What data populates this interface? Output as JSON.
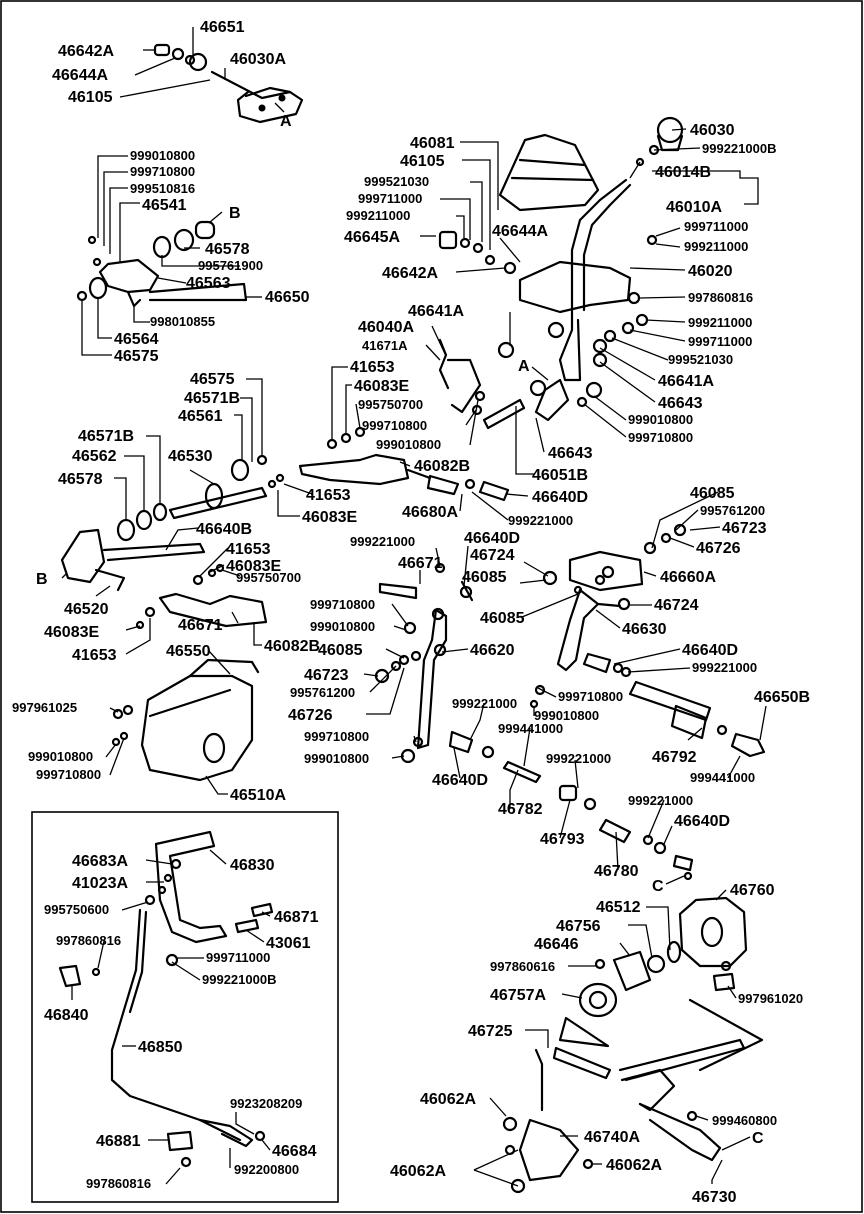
{
  "diagram": {
    "border_color": "#000000",
    "labels": [
      {
        "id": "46651",
        "text": "46651"
      },
      {
        "id": "46642A_a",
        "text": "46642A"
      },
      {
        "id": "46644A_a",
        "text": "46644A"
      },
      {
        "id": "46030A",
        "text": "46030A"
      },
      {
        "id": "46105_a",
        "text": "46105"
      },
      {
        "id": "A_1",
        "text": "A"
      },
      {
        "id": "999010800_a",
        "text": "999010800"
      },
      {
        "id": "999710800_a",
        "text": "999710800"
      },
      {
        "id": "999510816",
        "text": "999510816"
      },
      {
        "id": "46541",
        "text": "46541"
      },
      {
        "id": "B_1",
        "text": "B"
      },
      {
        "id": "46578_a",
        "text": "46578"
      },
      {
        "id": "995761900",
        "text": "995761900"
      },
      {
        "id": "46563",
        "text": "46563"
      },
      {
        "id": "46650",
        "text": "46650"
      },
      {
        "id": "998010855",
        "text": "998010855"
      },
      {
        "id": "46564",
        "text": "46564"
      },
      {
        "id": "46575_a",
        "text": "46575"
      },
      {
        "id": "46081",
        "text": "46081"
      },
      {
        "id": "46105_b",
        "text": "46105"
      },
      {
        "id": "999521030_a",
        "text": "999521030"
      },
      {
        "id": "999711000_a",
        "text": "999711000"
      },
      {
        "id": "999211000_a",
        "text": "999211000"
      },
      {
        "id": "46645A",
        "text": "46645A"
      },
      {
        "id": "46644A_b",
        "text": "46644A"
      },
      {
        "id": "46642A_b",
        "text": "46642A"
      },
      {
        "id": "46030",
        "text": "46030"
      },
      {
        "id": "9992210008_a",
        "text": "999221000B"
      },
      {
        "id": "46014B",
        "text": "46014B"
      },
      {
        "id": "46010A",
        "text": "46010A"
      },
      {
        "id": "999711000_b",
        "text": "999711000"
      },
      {
        "id": "999211000_b",
        "text": "999211000"
      },
      {
        "id": "46020",
        "text": "46020"
      },
      {
        "id": "997860816_a",
        "text": "997860816"
      },
      {
        "id": "999211000_c",
        "text": "999211000"
      },
      {
        "id": "999711000_c",
        "text": "999711000"
      },
      {
        "id": "999521030_b",
        "text": "999521030"
      },
      {
        "id": "46641A_a",
        "text": "46641A"
      },
      {
        "id": "46641A_b",
        "text": "46641A"
      },
      {
        "id": "46643_a",
        "text": "46643"
      },
      {
        "id": "999010800_b",
        "text": "999010800"
      },
      {
        "id": "999710800_b",
        "text": "999710800"
      },
      {
        "id": "46643_b",
        "text": "46643"
      },
      {
        "id": "A_2",
        "text": "A"
      },
      {
        "id": "46040A",
        "text": "46040A"
      },
      {
        "id": "41671A",
        "text": "41671A"
      },
      {
        "id": "41653_a",
        "text": "41653"
      },
      {
        "id": "46083E_a",
        "text": "46083E"
      },
      {
        "id": "995750700_a",
        "text": "995750700"
      },
      {
        "id": "999710800_c",
        "text": "999710800"
      },
      {
        "id": "999010800_c",
        "text": "999010800"
      },
      {
        "id": "46575_b",
        "text": "46575"
      },
      {
        "id": "46571B_a",
        "text": "46571B"
      },
      {
        "id": "46561",
        "text": "46561"
      },
      {
        "id": "46571B_b",
        "text": "46571B"
      },
      {
        "id": "46562",
        "text": "46562"
      },
      {
        "id": "46530",
        "text": "46530"
      },
      {
        "id": "46578_b",
        "text": "46578"
      },
      {
        "id": "46082B_a",
        "text": "46082B"
      },
      {
        "id": "41653_b",
        "text": "41653"
      },
      {
        "id": "46083E_b",
        "text": "46083E"
      },
      {
        "id": "46680A",
        "text": "46680A"
      },
      {
        "id": "46640D_a",
        "text": "46640D"
      },
      {
        "id": "999221000_a",
        "text": "999221000"
      },
      {
        "id": "46051B",
        "text": "46051B"
      },
      {
        "id": "46640B",
        "text": "46640B"
      },
      {
        "id": "41653_c",
        "text": "41653"
      },
      {
        "id": "46083E_c",
        "text": "46083E"
      },
      {
        "id": "995750700_b",
        "text": "995750700"
      },
      {
        "id": "B_2",
        "text": "B"
      },
      {
        "id": "46520",
        "text": "46520"
      },
      {
        "id": "46083E_d",
        "text": "46083E"
      },
      {
        "id": "41653_d",
        "text": "41653"
      },
      {
        "id": "999221000_b",
        "text": "999221000"
      },
      {
        "id": "46640D_b",
        "text": "46640D"
      },
      {
        "id": "46724_a",
        "text": "46724"
      },
      {
        "id": "46671_a",
        "text": "46671"
      },
      {
        "id": "46085_a",
        "text": "46085"
      },
      {
        "id": "46085_b",
        "text": "46085"
      },
      {
        "id": "995761200_a",
        "text": "995761200"
      },
      {
        "id": "46723_a",
        "text": "46723"
      },
      {
        "id": "46726_a",
        "text": "46726"
      },
      {
        "id": "46660A",
        "text": "46660A"
      },
      {
        "id": "999710800_d",
        "text": "999710800"
      },
      {
        "id": "999010800_d",
        "text": "999010800"
      },
      {
        "id": "46671_b",
        "text": "46671"
      },
      {
        "id": "46082B_b",
        "text": "46082B"
      },
      {
        "id": "46085_c",
        "text": "46085"
      },
      {
        "id": "46620",
        "text": "46620"
      },
      {
        "id": "46085_d",
        "text": "46085"
      },
      {
        "id": "46724_b",
        "text": "46724"
      },
      {
        "id": "46630",
        "text": "46630"
      },
      {
        "id": "46640D_c",
        "text": "46640D"
      },
      {
        "id": "999221000_c",
        "text": "999221000"
      },
      {
        "id": "46550",
        "text": "46550"
      },
      {
        "id": "46723_b",
        "text": "46723"
      },
      {
        "id": "995761200_b",
        "text": "995761200"
      },
      {
        "id": "46726_b",
        "text": "46726"
      },
      {
        "id": "997961025",
        "text": "997961025"
      },
      {
        "id": "999221000_d",
        "text": "999221000"
      },
      {
        "id": "999710800_e",
        "text": "999710800"
      },
      {
        "id": "999010800_e",
        "text": "999010800"
      },
      {
        "id": "46650B",
        "text": "46650B"
      },
      {
        "id": "999710800_f",
        "text": "999710800"
      },
      {
        "id": "999010800_f",
        "text": "999010800"
      },
      {
        "id": "999441000_a",
        "text": "999441000"
      },
      {
        "id": "999221000_e",
        "text": "999221000"
      },
      {
        "id": "46792",
        "text": "46792"
      },
      {
        "id": "999441000_b",
        "text": "999441000"
      },
      {
        "id": "999010800_g",
        "text": "999010800"
      },
      {
        "id": "999710800_g",
        "text": "999710800"
      },
      {
        "id": "46640D_d",
        "text": "46640D"
      },
      {
        "id": "46510A",
        "text": "46510A"
      },
      {
        "id": "46782",
        "text": "46782"
      },
      {
        "id": "46793",
        "text": "46793"
      },
      {
        "id": "999221000_f",
        "text": "999221000"
      },
      {
        "id": "46640D_e",
        "text": "46640D"
      },
      {
        "id": "46780",
        "text": "46780"
      },
      {
        "id": "C_1",
        "text": "C"
      },
      {
        "id": "46683A",
        "text": "46683A"
      },
      {
        "id": "46830",
        "text": "46830"
      },
      {
        "id": "41023A",
        "text": "41023A"
      },
      {
        "id": "995750600",
        "text": "995750600"
      },
      {
        "id": "46871",
        "text": "46871"
      },
      {
        "id": "43061",
        "text": "43061"
      },
      {
        "id": "997860816_b",
        "text": "997860816"
      },
      {
        "id": "999711000_d",
        "text": "999711000"
      },
      {
        "id": "9992210008_b",
        "text": "999221000B"
      },
      {
        "id": "46840",
        "text": "46840"
      },
      {
        "id": "46850",
        "text": "46850"
      },
      {
        "id": "9923208209",
        "text": "9923208209"
      },
      {
        "id": "46881",
        "text": "46881"
      },
      {
        "id": "46684",
        "text": "46684"
      },
      {
        "id": "997860816_c",
        "text": "997860816"
      },
      {
        "id": "992200800",
        "text": "992200800"
      },
      {
        "id": "46760",
        "text": "46760"
      },
      {
        "id": "46512",
        "text": "46512"
      },
      {
        "id": "46756",
        "text": "46756"
      },
      {
        "id": "46646",
        "text": "46646"
      },
      {
        "id": "997860616",
        "text": "997860616"
      },
      {
        "id": "46757A",
        "text": "46757A"
      },
      {
        "id": "997961020",
        "text": "997961020"
      },
      {
        "id": "46725",
        "text": "46725"
      },
      {
        "id": "46062A_a",
        "text": "46062A"
      },
      {
        "id": "46740A",
        "text": "46740A"
      },
      {
        "id": "999460800",
        "text": "999460800"
      },
      {
        "id": "C_2",
        "text": "C"
      },
      {
        "id": "46062A_b",
        "text": "46062A"
      },
      {
        "id": "46062A_c",
        "text": "46062A"
      },
      {
        "id": "46730",
        "text": "46730"
      }
    ]
  }
}
